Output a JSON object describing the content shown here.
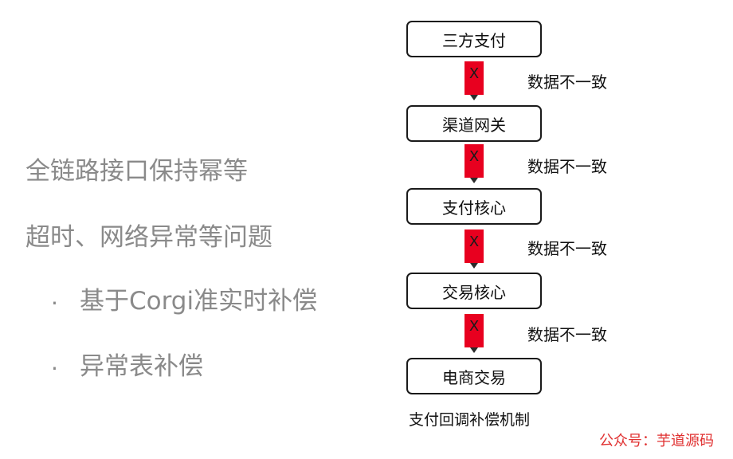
{
  "left_panel": {
    "heading_1": "全链路接口保持幂等",
    "heading_2": "超时、网络异常等问题",
    "bullets": [
      {
        "marker": "·",
        "text": "基于Corgi准实时补偿"
      },
      {
        "marker": "·",
        "text": "异常表补偿"
      }
    ]
  },
  "diagram": {
    "nodes": [
      {
        "label": "三方支付"
      },
      {
        "label": "渠道网关"
      },
      {
        "label": "支付核心"
      },
      {
        "label": "交易核心"
      },
      {
        "label": "电商交易"
      }
    ],
    "edges": [
      {
        "mark": "X",
        "label": "数据不一致"
      },
      {
        "mark": "X",
        "label": "数据不一致"
      },
      {
        "mark": "X",
        "label": "数据不一致"
      },
      {
        "mark": "X",
        "label": "数据不一致"
      }
    ],
    "caption": "支付回调补偿机制"
  },
  "watermark": "公众号：芋道源码",
  "colors": {
    "connector_red": "#e8001f",
    "muted_text": "#8a8a8a",
    "watermark_red": "#e03030"
  }
}
